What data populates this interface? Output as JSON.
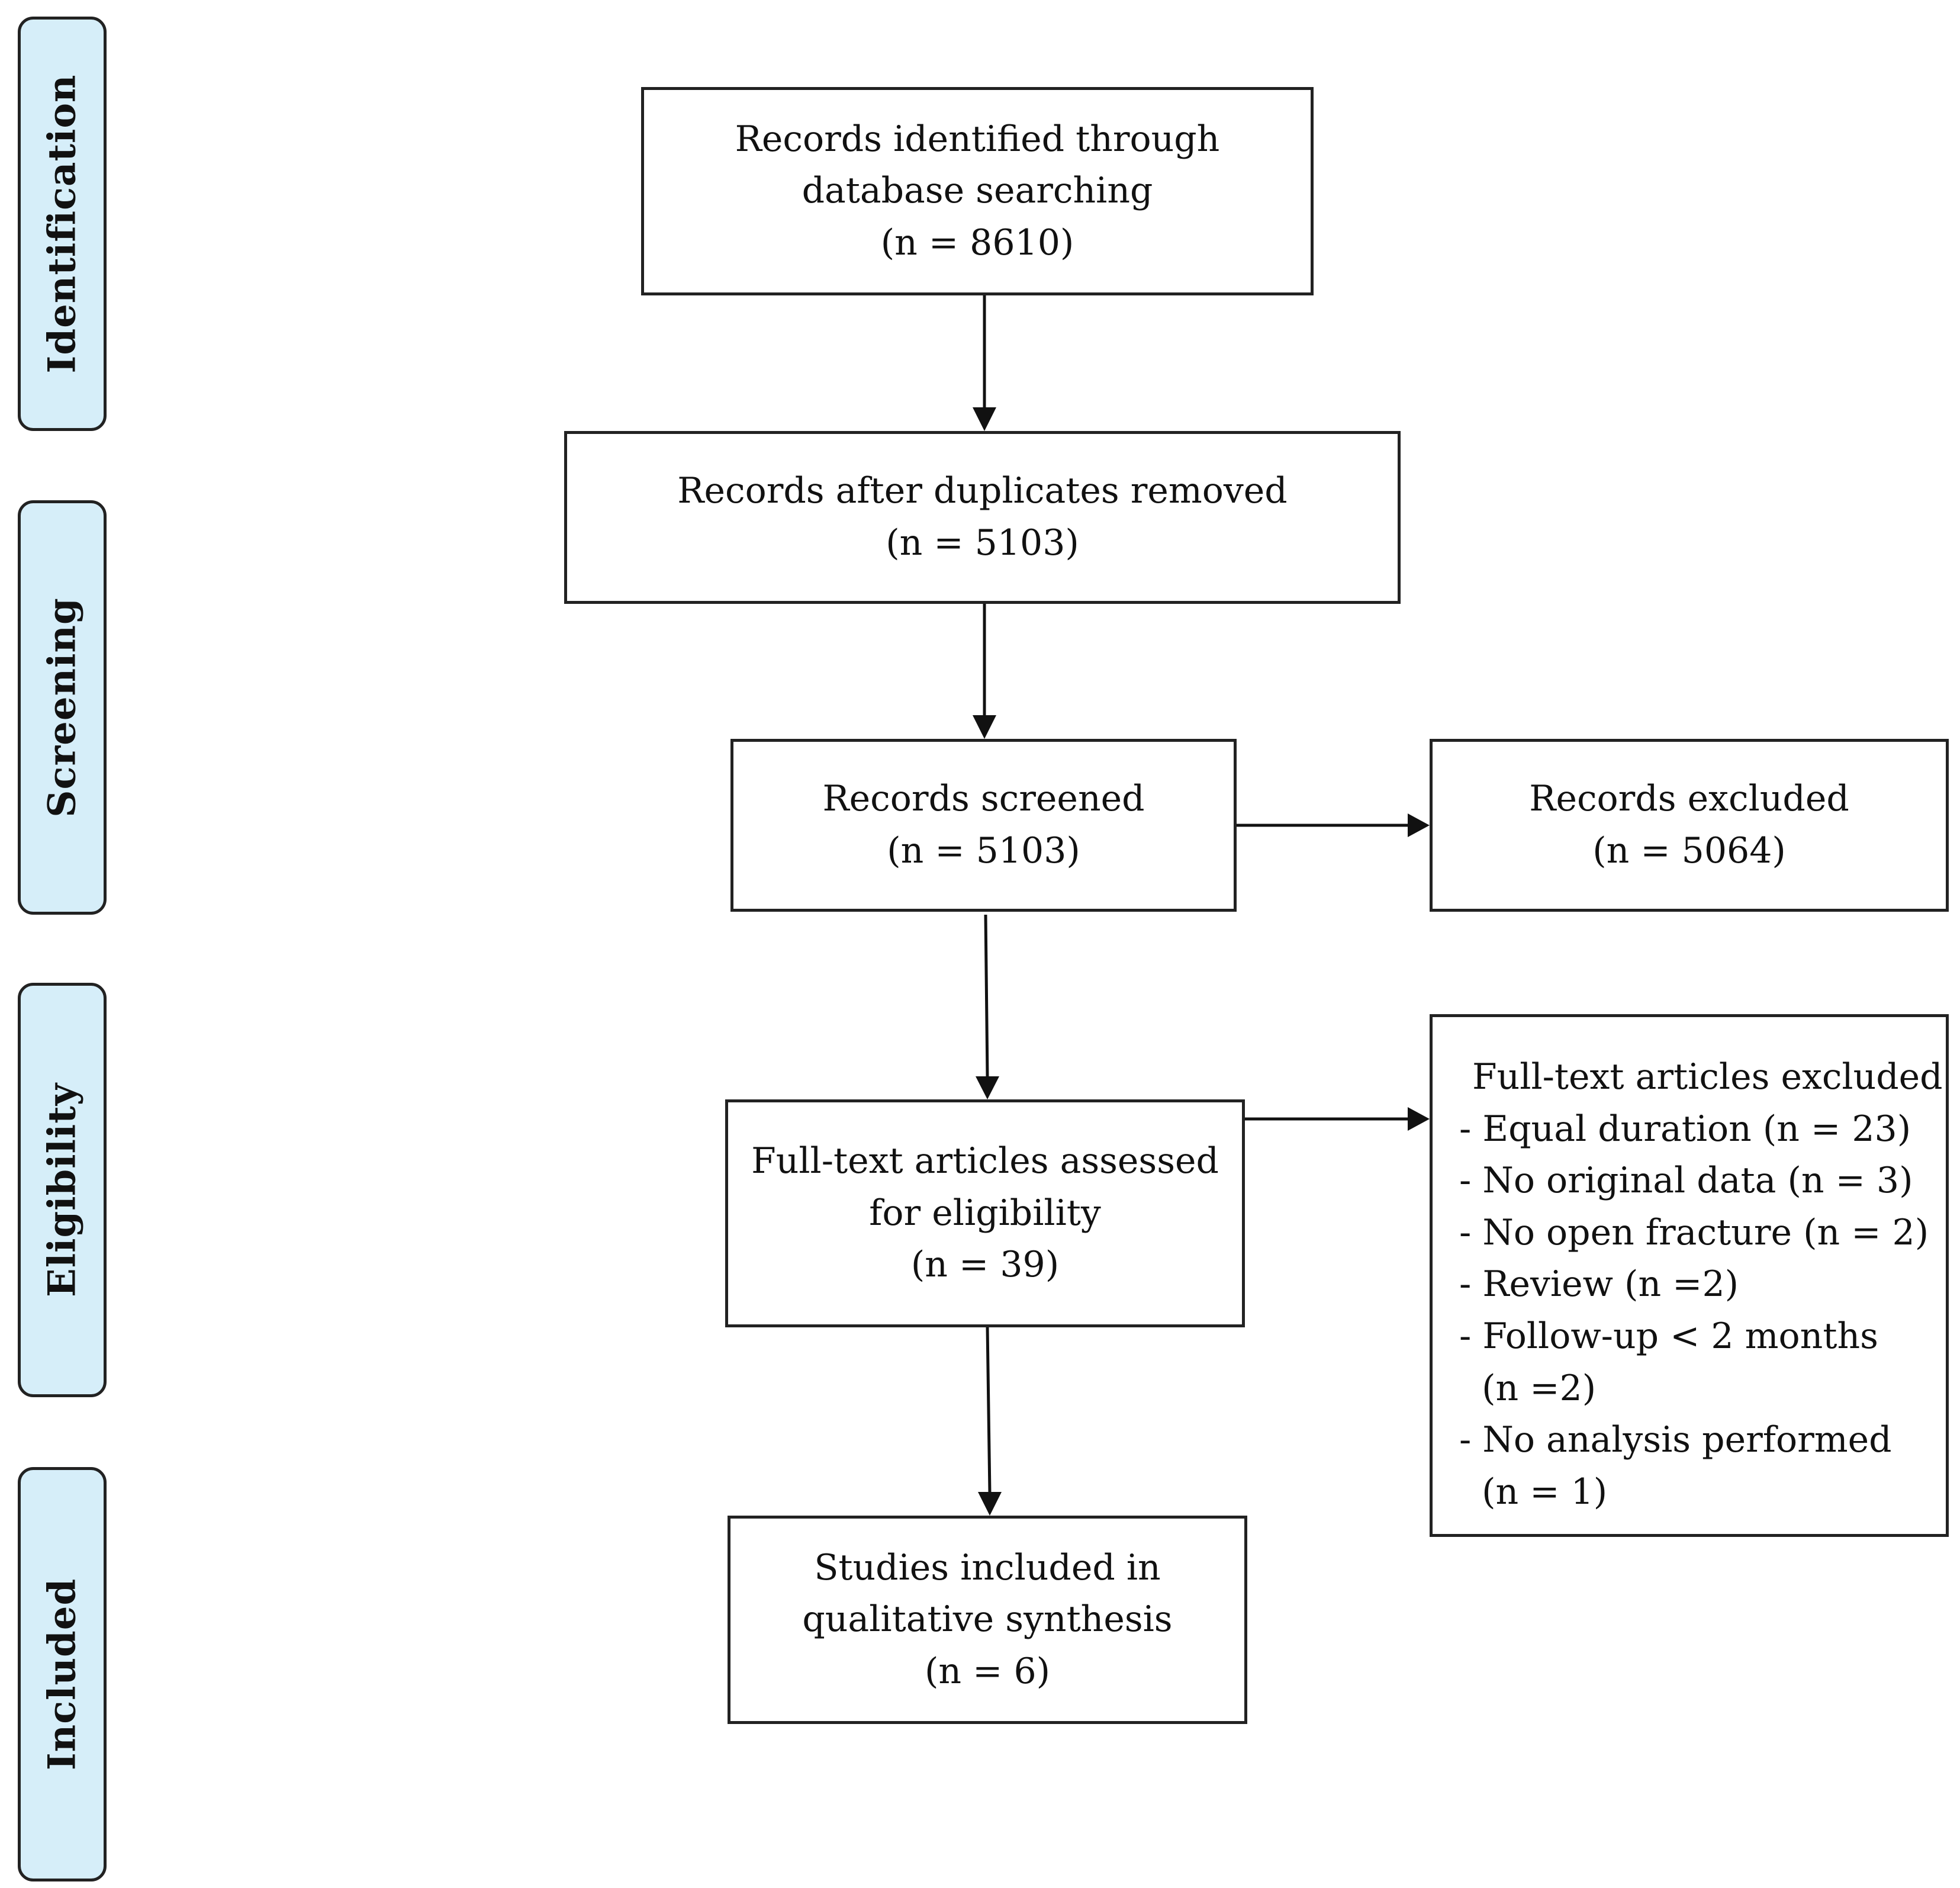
{
  "phases": {
    "identification": "Identification",
    "screening": "Screening",
    "eligibility": "Eligibility",
    "included": "Included"
  },
  "boxes": {
    "identified": {
      "line1": "Records identified through",
      "line2": "database searching",
      "count": "(n = 8610)"
    },
    "after_duplicates": {
      "line1": "Records after duplicates removed",
      "count": "(n = 5103)"
    },
    "screened": {
      "line1": "Records screened",
      "count": "(n = 5103)"
    },
    "excluded": {
      "line1": "Records excluded",
      "count": "(n = 5064)"
    },
    "full_text": {
      "line1": "Full-text articles assessed",
      "line2": "for eligibility",
      "count": "(n = 39)"
    },
    "full_text_excluded": {
      "title": "Full-text articles excluded",
      "items": [
        "- Equal duration (n = 23)",
        "- No original data (n = 3)",
        "- No open fracture (n = 2)",
        "- Review (n =2)",
        "- Follow-up < 2 months",
        "  (n =2)",
        "- No analysis performed",
        "  (n = 1)"
      ]
    },
    "included": {
      "line1": "Studies included in",
      "line2": "qualitative synthesis",
      "count": "(n = 6)"
    }
  }
}
